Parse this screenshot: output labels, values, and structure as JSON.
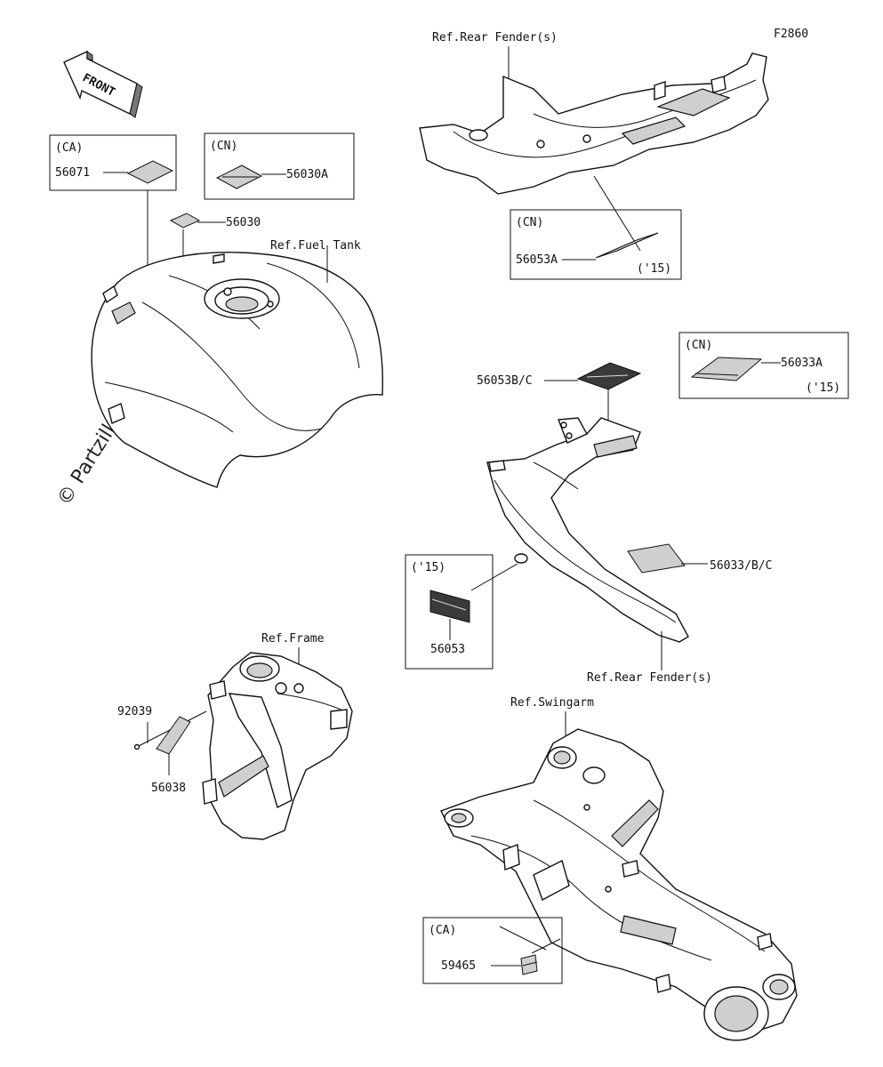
{
  "diagram": {
    "code": "F2860",
    "front_arrow": "FRONT",
    "watermark": "© Partzilla.com",
    "ref_labels": {
      "rear_fender_top": "Ref.Rear Fender(s)",
      "fuel_tank": "Ref.Fuel Tank",
      "frame": "Ref.Frame",
      "rear_fender_mid": "Ref.Rear Fender(s)",
      "swingarm": "Ref.Swingarm"
    },
    "region_tags": {
      "ca_top": "(CA)",
      "cn_top": "(CN)",
      "cn_fender": "(CN)",
      "cn_right": "(CN)",
      "y15_box": "('15)",
      "ca_bottom": "(CA)"
    },
    "year_notes": {
      "fender": "('15)",
      "right": "('15)"
    },
    "parts": {
      "p56071": "56071",
      "p56030A": "56030A",
      "p56030": "56030",
      "p56053A": "56053A",
      "p56033A": "56033A",
      "p56053BC": "56053B/C",
      "p56033BC": "56033/B/C",
      "p56053": "56053",
      "p92039": "92039",
      "p56038": "56038",
      "p59465": "59465"
    }
  }
}
